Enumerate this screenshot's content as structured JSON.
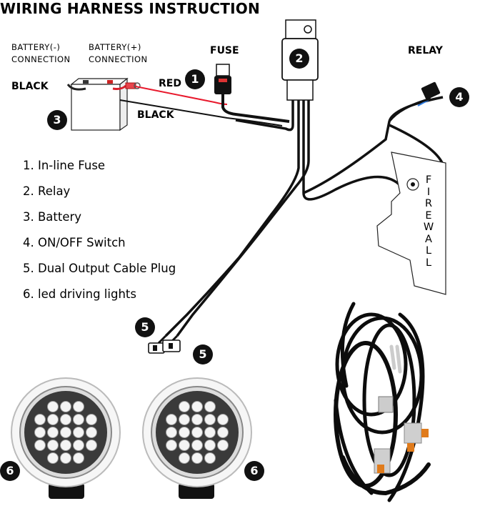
{
  "title": "WIRING HARNESS INSTRUCTION",
  "labels": {
    "battery_neg": [
      "BATTERY(-)",
      "CONNECTION"
    ],
    "battery_pos": [
      "BATTERY(+)",
      "CONNECTION"
    ],
    "black_left": "BLACK",
    "black_wire": "BLACK",
    "red_wire": "RED",
    "fuse": "FUSE",
    "relay": "RELAY",
    "firewall": "FIREWALL"
  },
  "legend": [
    "1. In-line Fuse",
    "2. Relay",
    "3. Battery",
    "4. ON/OFF Switch",
    "5. Dual Output Cable Plug",
    "6. led driving lights"
  ],
  "badges": {
    "fuse": "1",
    "relay": "2",
    "battery": "3",
    "switch": "4",
    "plug_upper": "5",
    "plug_lower": "5",
    "light_left": "6",
    "light_right": "6"
  },
  "colors": {
    "wire": "#111111",
    "red_wire": "#e8192c",
    "badge": "#111111",
    "light_ring": "#f2f2f2"
  }
}
